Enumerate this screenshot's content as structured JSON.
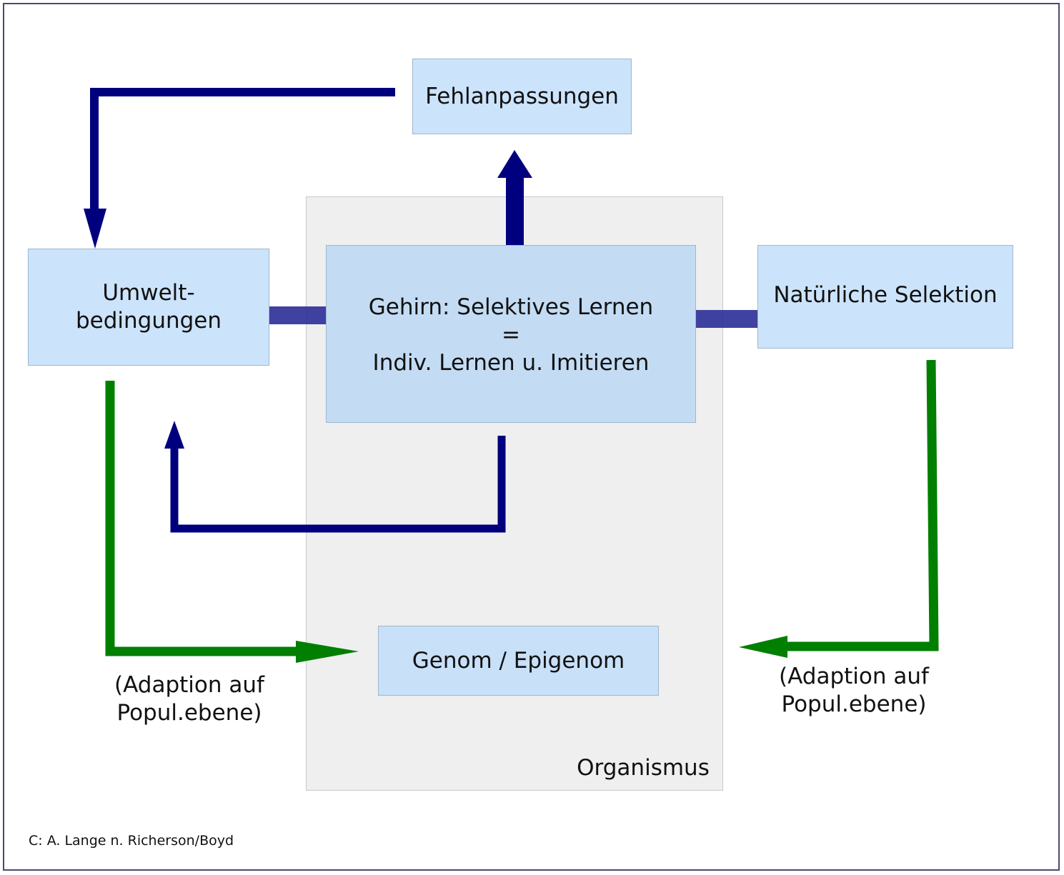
{
  "nodes": {
    "fehlanpassungen": "Fehlanpassungen",
    "umwelt_line1": "Umwelt-",
    "umwelt_line2": "bedingungen",
    "gehirn_line1": "Gehirn: Selektives Lernen",
    "gehirn_line2": "=",
    "gehirn_line3": "Indiv. Lernen u. Imitieren",
    "selektion": "Natürliche Selektion",
    "genom": "Genom / Epigenom",
    "organismus": "Organismus"
  },
  "labels": {
    "adaption_left_line1": "(Adaption auf",
    "adaption_left_line2": "Popul.ebene)",
    "adaption_right_line1": "(Adaption auf",
    "adaption_right_line2": "Popul.ebene)"
  },
  "credit": "C: A. Lange n. Richerson/Boyd",
  "colors": {
    "navy": "#00007f",
    "navy_soft": "#2b2d97",
    "green": "#007f00",
    "box_fill": "#cce4fb",
    "organism_fill": "#efefef"
  }
}
